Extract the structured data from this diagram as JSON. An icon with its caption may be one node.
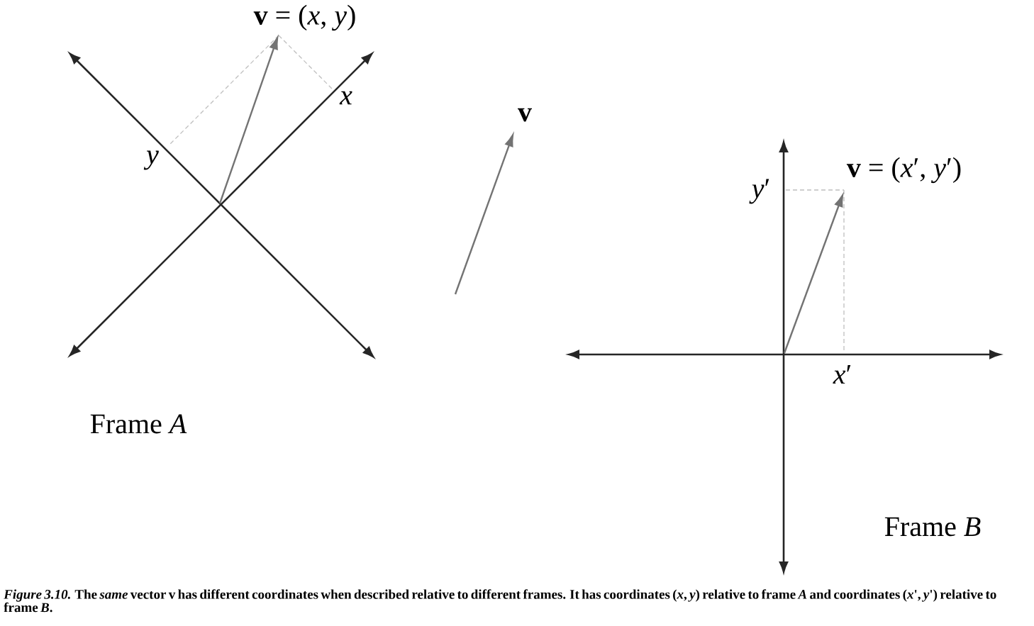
{
  "diagram": {
    "caption": "*Figure 3.10.* The *same* vector v has different coordinates when described relative to different frames. It has coordinates (*x*, *y*) relative to frame *A* and coordinates (*x*', *y*') relative to frame *B*.",
    "labels": [
      "**v** = (*x*, *y*)",
      "*x*",
      "*y*",
      "**v**",
      "**v** = (*x*′, *y*′)",
      "*y*′",
      "*x*′",
      "Frame *A*",
      "Frame *B*"
    ]
  }
}
